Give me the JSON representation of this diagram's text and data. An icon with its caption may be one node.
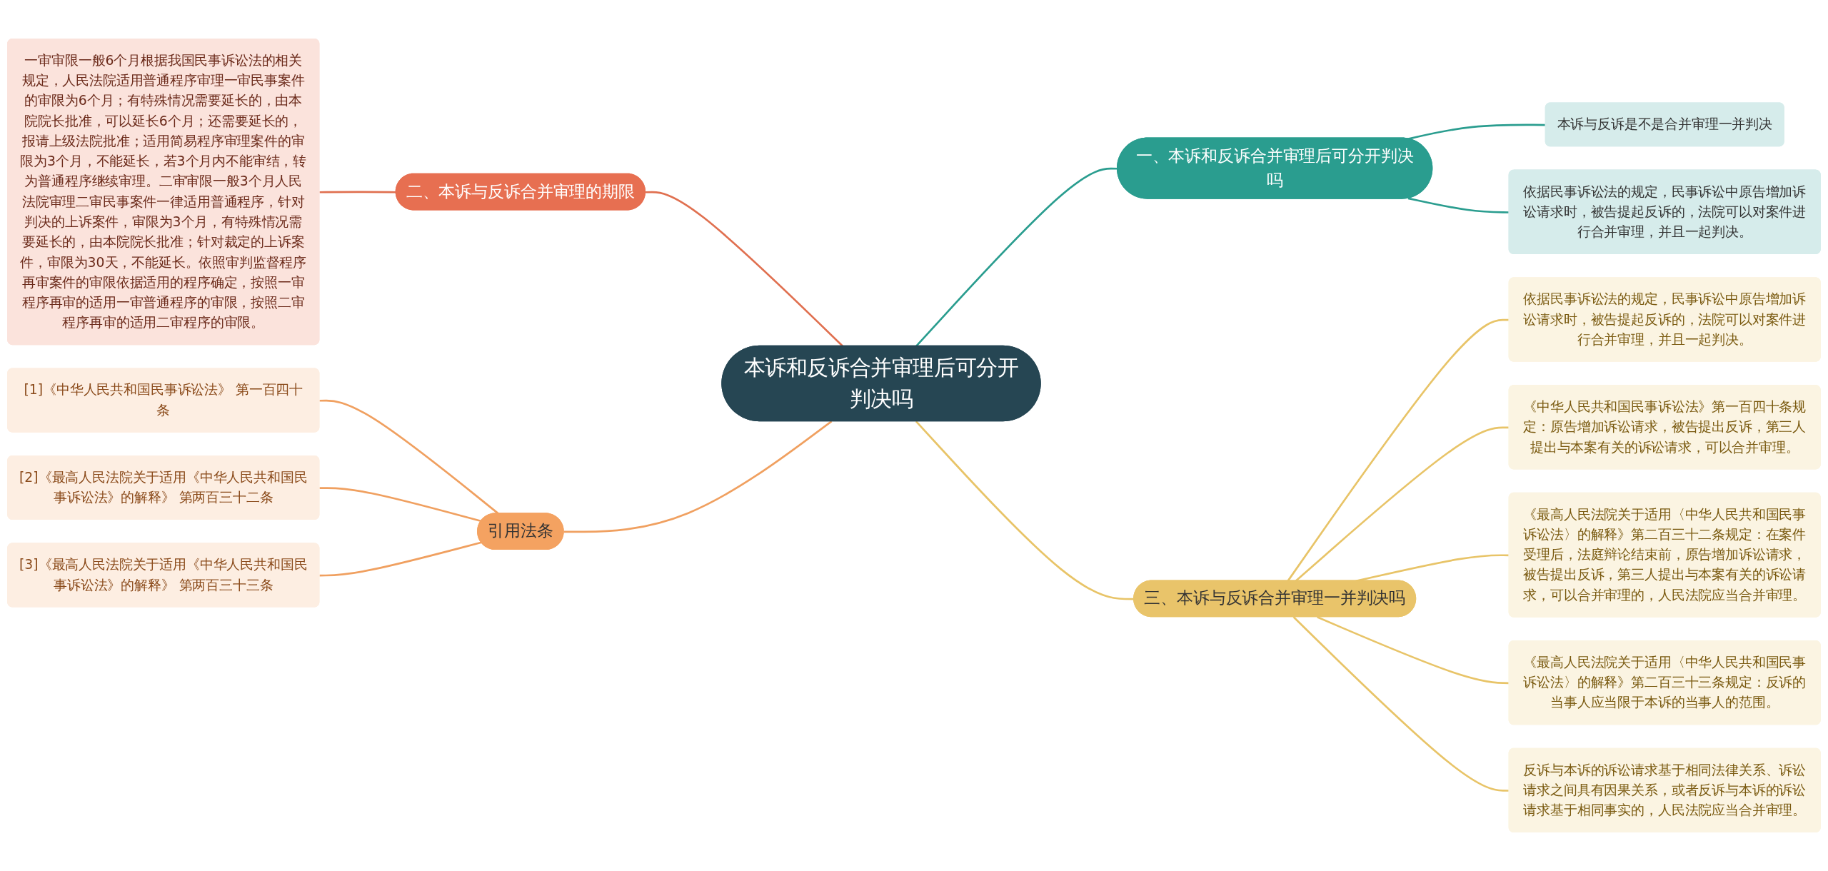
{
  "diagram": {
    "nodes": [
      {
        "text": [
          "本诉和反诉合并审理后可分开判决吗"
        ]
      },
      {
        "text": [
          "一、本诉和反诉合并审理后可分开判决吗"
        ]
      },
      {
        "text": [
          "本诉与反诉是不是合并审理一并判决"
        ]
      },
      {
        "text": [
          "依据民事诉讼法的规定，民事诉讼中原告增加诉讼请求时，被告提起反诉的，法院可以对案件进行合并审理，并且一起判决。"
        ]
      },
      {
        "text": [
          "二、本诉与反诉合并审理的期限"
        ]
      },
      {
        "text": [
          "一审审限一般6个月根据我国民事诉讼法的相关规定，人民法院适用普通程序审理一审民事案件的审限为6个月；有特殊情况需要延长的，由本院院长批准，可以延长6个月；还需要延长的，报请上级法院批准；适用简易程序审理案件的审限为3个月，不能延长，若3个月内不能审结，转为普通程序继续审理。二审审限一般3个月人民法院审理二审民事案件一律适用普通程序，针对判决的上诉案件，审限为3个月，有特殊情况需要延长的，由本院院长批准；针对裁定的上诉案件，审限为30天，不能延长。依照审判监督程序再审案件的审限依据适用的程序确定，按照一审程序再审的适用一审普通程序的审限，按照二审程序再审的适用二审程序的审限。"
        ]
      },
      {
        "text": [
          "引用法条"
        ]
      },
      {
        "text": [
          "[1]《中华人民共和国民事诉讼法》 第一百四十条"
        ]
      },
      {
        "text": [
          "[2]《最高人民法院关于适用《中华人民共和国民事诉讼法》的解释》 第两百三十二条"
        ]
      },
      {
        "text": [
          "[3]《最高人民法院关于适用《中华人民共和国民事诉讼法》的解释》 第两百三十三条"
        ]
      },
      {
        "text": [
          "三、本诉与反诉合并审理一并判决吗"
        ]
      },
      {
        "text": [
          "依据民事诉讼法的规定，民事诉讼中原告增加诉讼请求时，被告提起反诉的，法院可以对案件进行合并审理，并且一起判决。"
        ]
      },
      {
        "text": [
          "《中华人民共和国民事诉讼法》第一百四十条规定：原告增加诉讼请求，被告提出反诉，第三人提出与本案有关的诉讼请求，可以合并审理。"
        ]
      },
      {
        "text": [
          "《最高人民法院关于适用〈中华人民共和国民事诉讼法〉的解释》第二百三十二条规定：在案件受理后，法庭辩论结束前，原告增加诉讼请求，被告提出反诉，第三人提出与本案有关的诉讼请求，可以合并审理的，人民法院应当合并审理。"
        ]
      },
      {
        "text": [
          "《最高人民法院关于适用〈中华人民共和国民事诉讼法〉的解释》第二百三十三条规定：反诉的当事人应当限于本诉的当事人的范围。"
        ]
      },
      {
        "text": [
          "反诉与本诉的诉讼请求基于相同法律关系、诉讼请求之间具有因果关系，或者反诉与本诉的诉讼请求基于相同事实的，人民法院应当合并审理。"
        ]
      }
    ],
    "edges": [
      {
        "from": 0,
        "to": 1,
        "arrow": "none",
        "color": "#2a9d8f"
      },
      {
        "from": 1,
        "to": 2,
        "arrow": "none",
        "color": "#2a9d8f"
      },
      {
        "from": 1,
        "to": 3,
        "arrow": "none",
        "color": "#2a9d8f"
      },
      {
        "from": 0,
        "to": 4,
        "arrow": "none",
        "color": "#e07050"
      },
      {
        "from": 4,
        "to": 5,
        "arrow": "none",
        "color": "#e07050"
      },
      {
        "from": 0,
        "to": 6,
        "arrow": "none",
        "color": "#f0a060"
      },
      {
        "from": 6,
        "to": 7,
        "arrow": "none",
        "color": "#f0a060"
      },
      {
        "from": 6,
        "to": 8,
        "arrow": "none",
        "color": "#f0a060"
      },
      {
        "from": 6,
        "to": 9,
        "arrow": "none",
        "color": "#f0a060"
      },
      {
        "from": 0,
        "to": 10,
        "arrow": "none"
      },
      {
        "from": 10,
        "to": 11,
        "arrow": "none"
      },
      {
        "from": 10,
        "to": 12,
        "arrow": "none"
      },
      {
        "from": 10,
        "to": 13,
        "arrow": "none"
      },
      {
        "from": 10,
        "to": 14,
        "arrow": "none"
      },
      {
        "from": 10,
        "to": 15,
        "arrow": "none"
      }
    ]
  }
}
